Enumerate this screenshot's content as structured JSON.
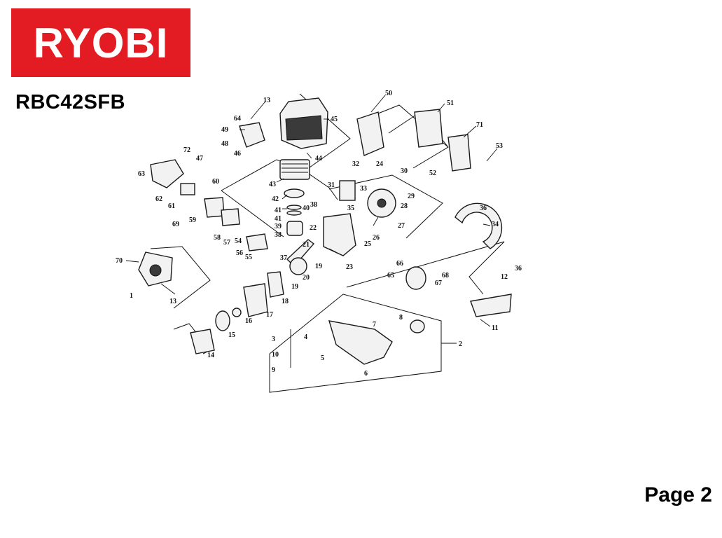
{
  "brand": {
    "name": "RYOBI",
    "bg_color": "#e31b23",
    "text_color": "#ffffff"
  },
  "model": "RBC42SFB",
  "page_label": "Page 2",
  "part_numbers": [
    "1",
    "2",
    "3",
    "4",
    "5",
    "6",
    "7",
    "8",
    "9",
    "10",
    "11",
    "12",
    "13",
    "13",
    "14",
    "15",
    "16",
    "17",
    "18",
    "19",
    "19",
    "20",
    "21",
    "22",
    "23",
    "24",
    "25",
    "26",
    "27",
    "28",
    "29",
    "30",
    "31",
    "32",
    "33",
    "34",
    "35",
    "36",
    "36",
    "37",
    "38",
    "38",
    "39",
    "40",
    "41",
    "41",
    "42",
    "43",
    "44",
    "45",
    "46",
    "47",
    "48",
    "49",
    "50",
    "51",
    "52",
    "53",
    "54",
    "55",
    "56",
    "57",
    "58",
    "59",
    "60",
    "61",
    "62",
    "63",
    "64",
    "65",
    "66",
    "67",
    "68",
    "69",
    "70",
    "71",
    "72"
  ]
}
